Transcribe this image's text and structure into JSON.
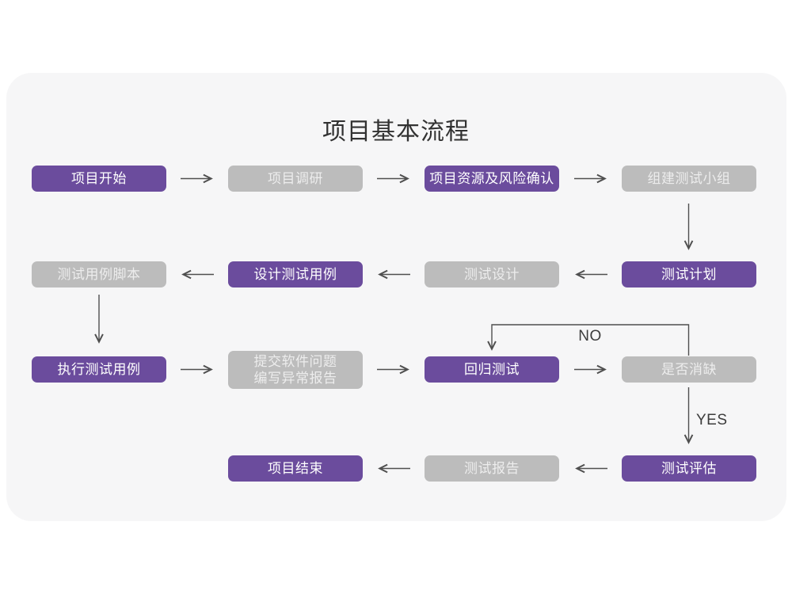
{
  "title": "项目基本流程",
  "colors": {
    "node_primary": "#6B4C9D",
    "node_secondary": "#BCBCBC",
    "card_background": "#F6F6F7",
    "arrow": "#4F4F4F",
    "node_text": "#FFFFFF"
  },
  "nodes": [
    {
      "label": "项目开始",
      "variant": "primary"
    },
    {
      "label": "项目调研",
      "variant": "secondary"
    },
    {
      "label": "项目资源及风险确认",
      "variant": "primary"
    },
    {
      "label": "组建测试小组",
      "variant": "secondary"
    },
    {
      "label": "测试计划",
      "variant": "primary"
    },
    {
      "label": "测试设计",
      "variant": "secondary"
    },
    {
      "label": "设计测试用例",
      "variant": "primary"
    },
    {
      "label": "测试用例脚本",
      "variant": "secondary"
    },
    {
      "label": "执行测试用例",
      "variant": "primary"
    },
    {
      "label": "提交软件问题\n编写异常报告",
      "variant": "secondary"
    },
    {
      "label": "回归测试",
      "variant": "primary"
    },
    {
      "label": "是否消缺",
      "variant": "secondary"
    },
    {
      "label": "测试评估",
      "variant": "primary"
    },
    {
      "label": "测试报告",
      "variant": "secondary"
    },
    {
      "label": "项目结束",
      "variant": "primary"
    }
  ],
  "edge_labels": {
    "no": "NO",
    "yes": "YES"
  },
  "edges": [
    {
      "from": "项目开始",
      "to": "项目调研"
    },
    {
      "from": "项目调研",
      "to": "项目资源及风险确认"
    },
    {
      "from": "项目资源及风险确认",
      "to": "组建测试小组"
    },
    {
      "from": "组建测试小组",
      "to": "测试计划"
    },
    {
      "from": "测试计划",
      "to": "测试设计"
    },
    {
      "from": "测试设计",
      "to": "设计测试用例"
    },
    {
      "from": "设计测试用例",
      "to": "测试用例脚本"
    },
    {
      "from": "测试用例脚本",
      "to": "执行测试用例"
    },
    {
      "from": "执行测试用例",
      "to": "提交软件问题 编写异常报告"
    },
    {
      "from": "提交软件问题 编写异常报告",
      "to": "回归测试"
    },
    {
      "from": "回归测试",
      "to": "是否消缺"
    },
    {
      "from": "是否消缺",
      "to": "回归测试",
      "label": "NO"
    },
    {
      "from": "是否消缺",
      "to": "测试评估",
      "label": "YES"
    },
    {
      "from": "测试评估",
      "to": "测试报告"
    },
    {
      "from": "测试报告",
      "to": "项目结束"
    }
  ]
}
